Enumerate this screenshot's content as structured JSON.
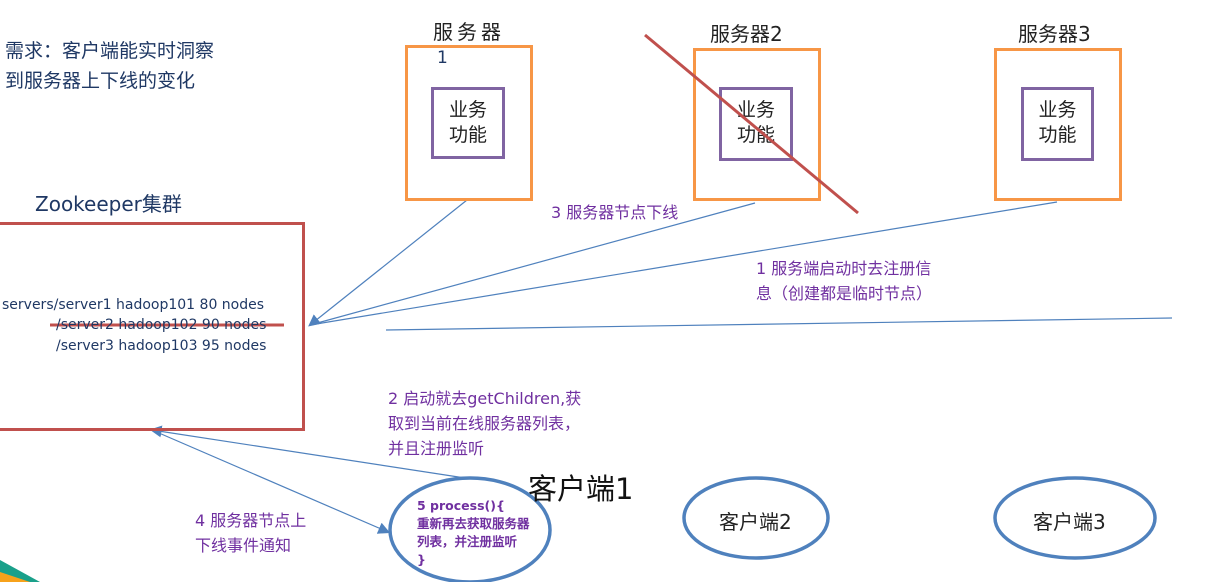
{
  "requirement": [
    "需求：客户端能实时洞察",
    "到服务器上下线的变化"
  ],
  "servers": [
    {
      "label": "服务器",
      "label_suffix": "1",
      "function": "业务\n功能"
    },
    {
      "label": "服务器2",
      "function": "业务\n功能",
      "crossed_out": true
    },
    {
      "label": "服务器3",
      "function": "业务\n功能"
    }
  ],
  "zookeeper": {
    "title": "Zookeeper集群",
    "nodes": [
      "servers/server1  hadoop101  80 nodes",
      "/server2 hadoop102  90 nodes",
      "/server3 hadoop103  95 nodes"
    ]
  },
  "steps": {
    "step1": "1 服务端启动时去注册信\n息（创建都是临时节点）",
    "step2": "2 启动就去getChildren,获\n取到当前在线服务器列表，\n并且注册监听",
    "step3": "3 服务器节点下线",
    "step4": "4 服务器节点上\n下线事件通知",
    "step5": "5 process(){\n重新再去获取服务器\n列表，并注册监听\n}"
  },
  "clients": [
    "客户端1",
    "客户端2",
    "客户端3"
  ],
  "colors": {
    "server_box": "#f79646",
    "function_box": "#8064a2",
    "zookeeper_box": "#c0504d",
    "arrows": "#4f81bd",
    "annotation": "#7030a0"
  }
}
